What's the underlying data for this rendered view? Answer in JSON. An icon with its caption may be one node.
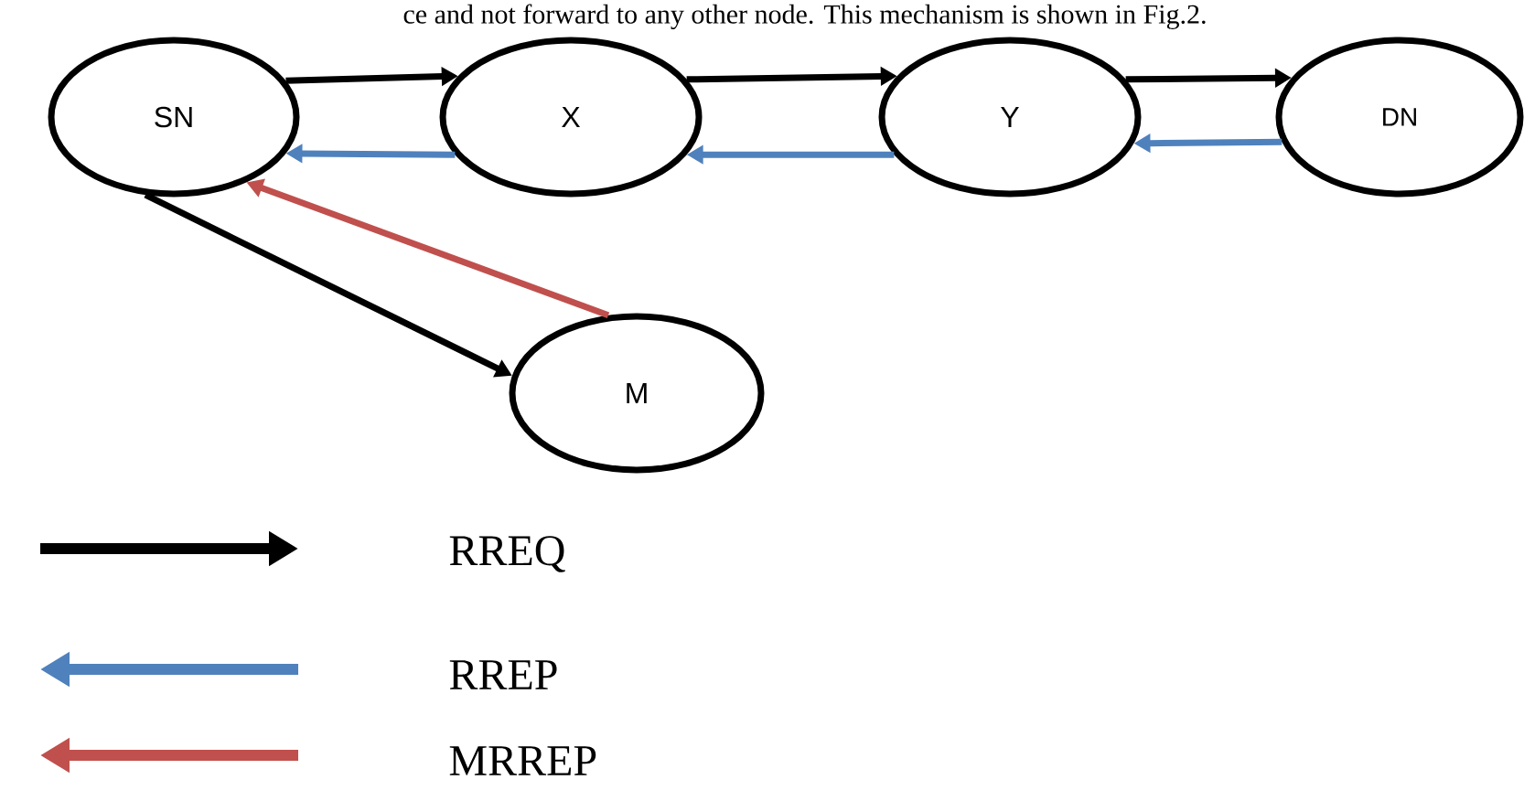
{
  "diagram": {
    "nodes": [
      {
        "text": [
          "SN"
        ]
      },
      {
        "text": [
          "X"
        ]
      },
      {
        "text": [
          "Y"
        ]
      },
      {
        "text": [
          "DN"
        ]
      },
      {
        "text": [
          "M"
        ]
      }
    ],
    "edges": [
      {
        "from": 0,
        "to": 1,
        "arrow": "to"
      },
      {
        "from": 1,
        "to": 0,
        "arrow": "to",
        "color": "#4f81bd"
      },
      {
        "from": 1,
        "to": 2,
        "arrow": "to"
      },
      {
        "from": 2,
        "to": 1,
        "arrow": "to",
        "color": "#4f81bd"
      },
      {
        "from": 2,
        "to": 3,
        "arrow": "to"
      },
      {
        "from": 3,
        "to": 2,
        "arrow": "to",
        "color": "#4f81bd"
      },
      {
        "from": 0,
        "to": 4,
        "arrow": "to"
      },
      {
        "from": 4,
        "to": 0,
        "arrow": "to",
        "color": "#c0504d"
      }
    ],
    "labels": [
      "ce and not forward to any other node. This mechanism is shown in Fig.2."
    ],
    "legend": [
      {
        "text": "RREQ"
      },
      {
        "text": "RREP"
      },
      {
        "text": "MRREP"
      }
    ]
  }
}
